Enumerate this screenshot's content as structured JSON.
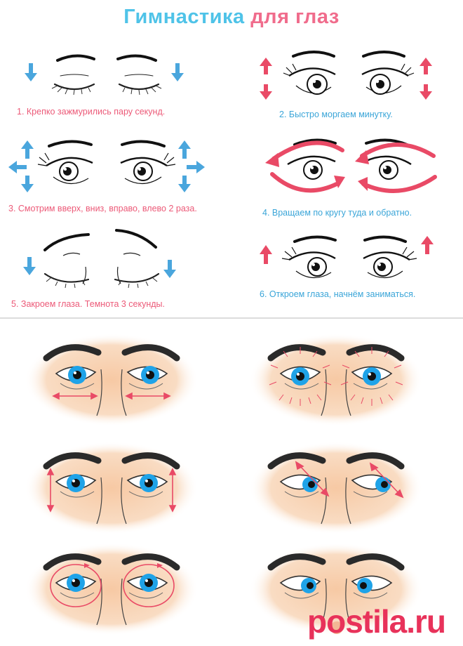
{
  "title": {
    "part1": "Гимнастика",
    "part2": "для глаз"
  },
  "exercises": [
    {
      "caption": "1. Крепко зажмурились пару секунд."
    },
    {
      "caption": "2. Быстро моргаем минутку."
    },
    {
      "caption": "3. Смотрим вверх, вниз, вправо, влево 2 раза."
    },
    {
      "caption": "4. Вращаем по кругу туда и обратно."
    },
    {
      "caption": "5. Закроем глаза. Темнота 3 секунды."
    },
    {
      "caption": "6. Откроем глаза, начнём заниматься."
    }
  ],
  "watermark": {
    "text": "postila.ru"
  },
  "colors": {
    "pink": "#ec5a78",
    "blue": "#3aa5d8",
    "arrow_red": "#e94a66",
    "arrow_blue": "#4aa6dd",
    "skin": "#f8d3b3",
    "iris": "#1fa3e8"
  }
}
